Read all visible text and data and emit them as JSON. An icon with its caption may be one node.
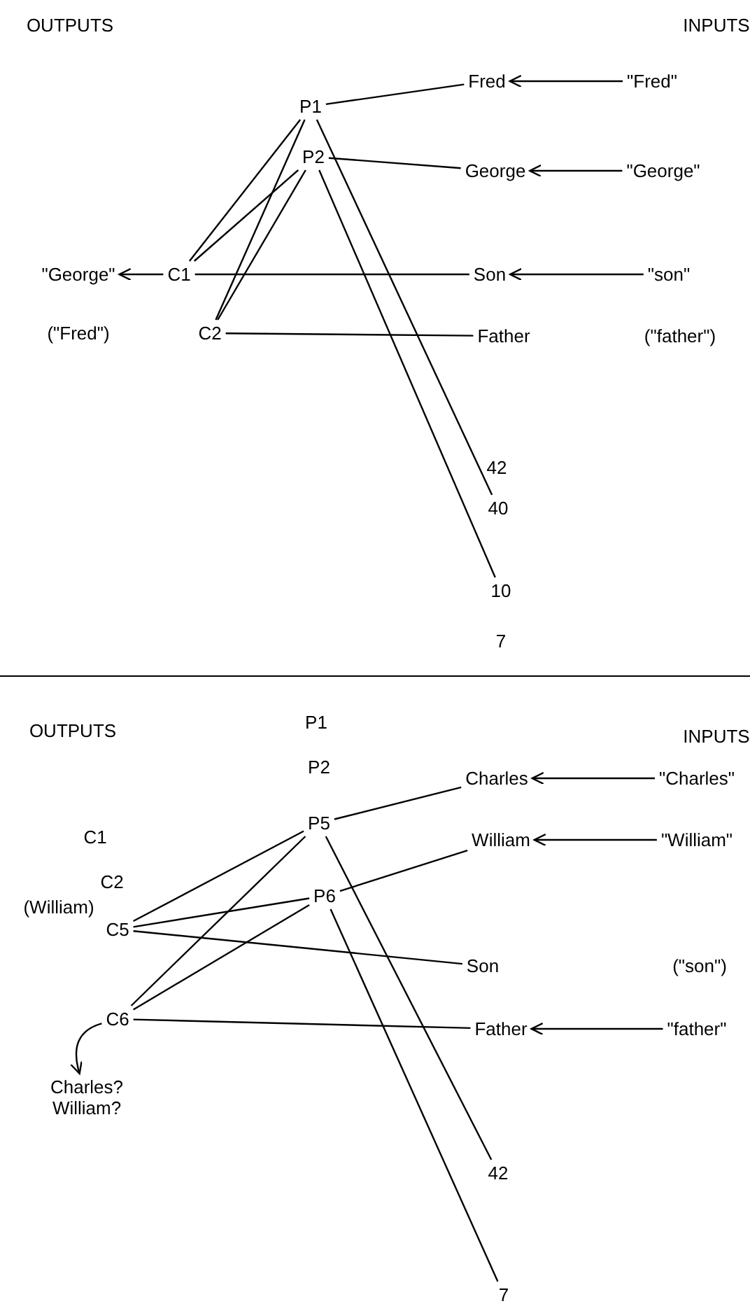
{
  "diagram": {
    "nodes": [
      {
        "text": [
          "P1"
        ]
      },
      {
        "text": [
          "P2"
        ]
      },
      {
        "text": [
          "C1"
        ]
      },
      {
        "text": [
          "C2"
        ]
      },
      {
        "text": [
          "Fred"
        ]
      },
      {
        "text": [
          "George"
        ]
      },
      {
        "text": [
          "Son"
        ]
      },
      {
        "text": [
          "Father"
        ]
      },
      {
        "text": [
          "40"
        ]
      },
      {
        "text": [
          "10"
        ]
      },
      {
        "text": [
          "\"Fred\""
        ]
      },
      {
        "text": [
          "\"George\""
        ]
      },
      {
        "text": [
          "\"son\""
        ]
      },
      {
        "text": [
          "\"George\""
        ]
      },
      {
        "text": [
          "P5"
        ]
      },
      {
        "text": [
          "P6"
        ]
      },
      {
        "text": [
          "C5"
        ]
      },
      {
        "text": [
          "C6"
        ]
      },
      {
        "text": [
          "Charles"
        ]
      },
      {
        "text": [
          "William"
        ]
      },
      {
        "text": [
          "Son"
        ]
      },
      {
        "text": [
          "Father"
        ]
      },
      {
        "text": [
          "42"
        ]
      },
      {
        "text": [
          "7"
        ]
      },
      {
        "text": [
          "\"Charles\""
        ]
      },
      {
        "text": [
          "\"William\""
        ]
      },
      {
        "text": [
          "\"father\""
        ]
      },
      {
        "text": [
          "Charles?",
          "William?"
        ]
      }
    ],
    "edges": [
      {
        "from": 0,
        "to": 4,
        "arrow": "none"
      },
      {
        "from": 0,
        "to": 8,
        "arrow": "none"
      },
      {
        "from": 1,
        "to": 5,
        "arrow": "none"
      },
      {
        "from": 1,
        "to": 9,
        "arrow": "none"
      },
      {
        "from": 2,
        "to": 0,
        "arrow": "none"
      },
      {
        "from": 2,
        "to": 1,
        "arrow": "none"
      },
      {
        "from": 3,
        "to": 0,
        "arrow": "none"
      },
      {
        "from": 3,
        "to": 1,
        "arrow": "none"
      },
      {
        "from": 2,
        "to": 6,
        "arrow": "none"
      },
      {
        "from": 3,
        "to": 7,
        "arrow": "none"
      },
      {
        "from": 10,
        "to": 4,
        "arrow": "to"
      },
      {
        "from": 11,
        "to": 5,
        "arrow": "to"
      },
      {
        "from": 12,
        "to": 6,
        "arrow": "to"
      },
      {
        "from": 2,
        "to": 13,
        "arrow": "to"
      },
      {
        "from": 14,
        "to": 18,
        "arrow": "none"
      },
      {
        "from": 14,
        "to": 22,
        "arrow": "none"
      },
      {
        "from": 15,
        "to": 19,
        "arrow": "none"
      },
      {
        "from": 15,
        "to": 23,
        "arrow": "none"
      },
      {
        "from": 16,
        "to": 14,
        "arrow": "none"
      },
      {
        "from": 16,
        "to": 15,
        "arrow": "none"
      },
      {
        "from": 17,
        "to": 14,
        "arrow": "none"
      },
      {
        "from": 17,
        "to": 15,
        "arrow": "none"
      },
      {
        "from": 16,
        "to": 20,
        "arrow": "none"
      },
      {
        "from": 17,
        "to": 21,
        "arrow": "none"
      },
      {
        "from": 24,
        "to": 18,
        "arrow": "to"
      },
      {
        "from": 25,
        "to": 19,
        "arrow": "to"
      },
      {
        "from": 26,
        "to": 21,
        "arrow": "to"
      },
      {
        "from": 17,
        "to": 27,
        "arrow": "to"
      }
    ],
    "labels": [
      "OUTPUTS",
      "INPUTS",
      "(\"Fred\")",
      "(\"father\")",
      "42",
      "7",
      "OUTPUTS",
      "P1",
      "INPUTS",
      "P2",
      "C1",
      "C2",
      "(William)",
      "(\"son\")"
    ]
  }
}
